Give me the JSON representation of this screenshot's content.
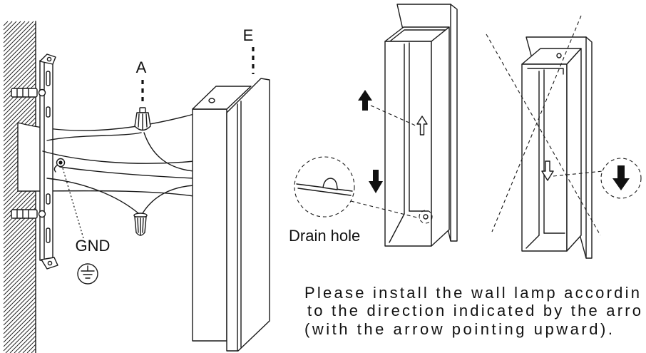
{
  "labels": {
    "lamp_body": "E",
    "connector": "A",
    "ground": "GND",
    "drain_hole": "Drain hole"
  },
  "instructions": [
    "Please install the wall lamp accordin",
    "to the direction indicated by the arro",
    "(with the arrow pointing upward)."
  ]
}
